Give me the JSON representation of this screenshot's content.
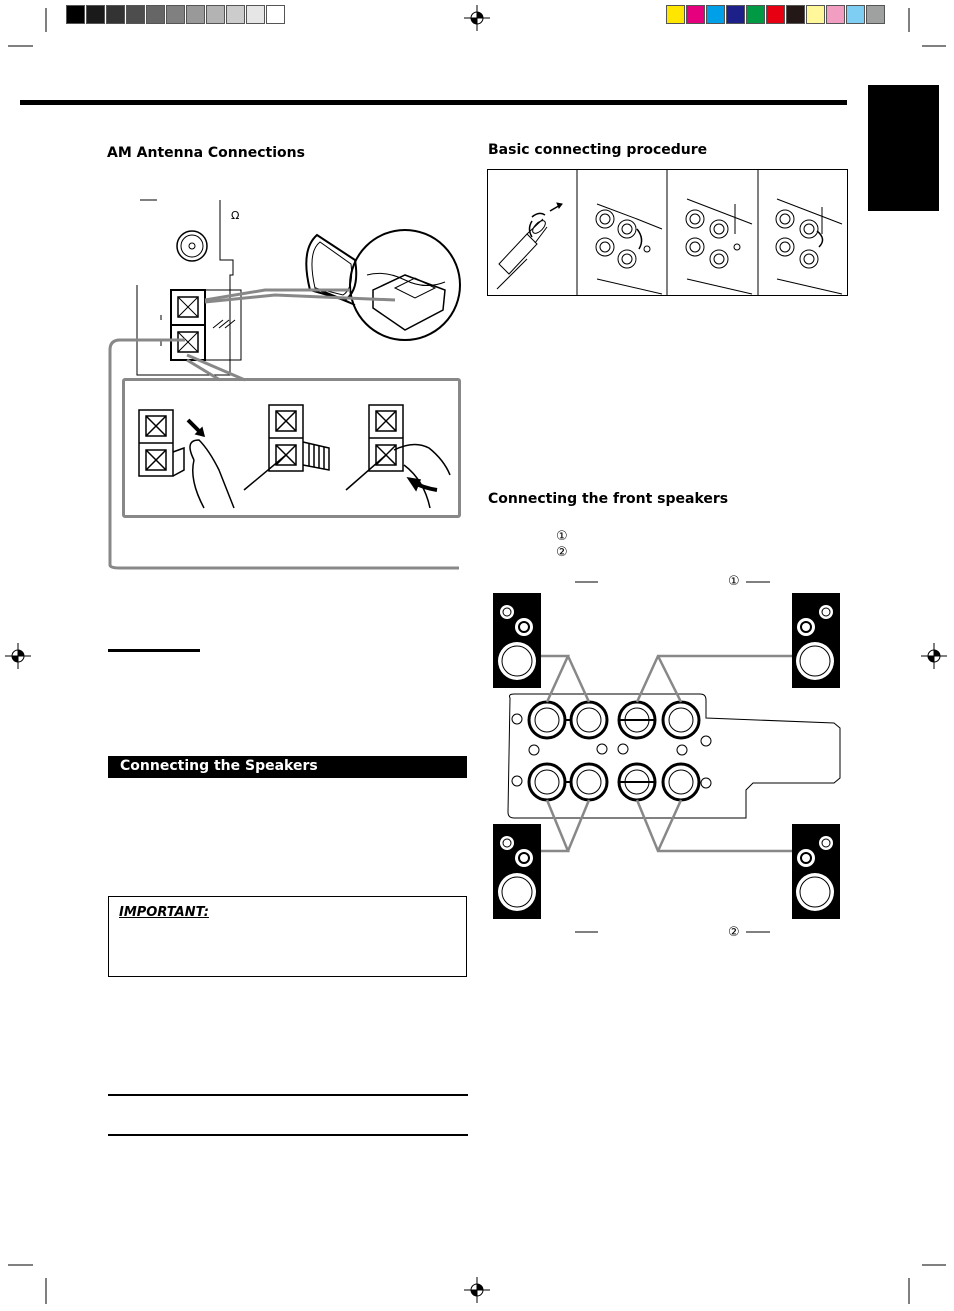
{
  "gray_swatches": [
    "#000000",
    "#1a1a1a",
    "#333333",
    "#4d4d4d",
    "#666666",
    "#808080",
    "#999999",
    "#b3b3b3",
    "#cccccc",
    "#e6e6e6",
    "#ffffff"
  ],
  "color_swatches": [
    "#ffe600",
    "#e6007e",
    "#00a0e9",
    "#1d2088",
    "#009944",
    "#e60012",
    "#231815",
    "#fff799",
    "#f19ec2",
    "#7ecef4",
    "#9fa0a0"
  ],
  "headings": {
    "am_antenna": "AM Antenna Connections",
    "basic_procedure": "Basic connecting procedure",
    "front_speakers": "Connecting the front speakers",
    "connecting_speakers": "Connecting the Speakers",
    "important": "IMPORTANT:"
  },
  "marks": {
    "omega": "Ω",
    "circled_one": "①",
    "circled_two": "②"
  }
}
